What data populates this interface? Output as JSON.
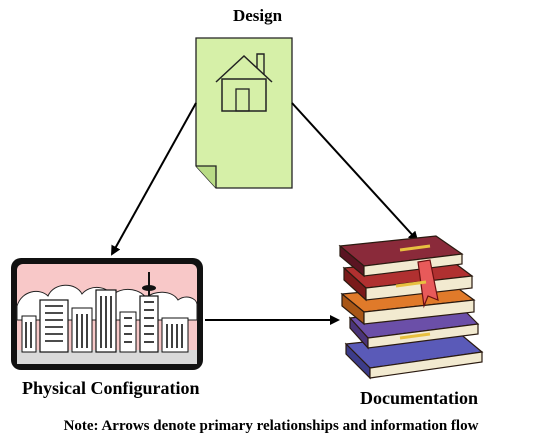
{
  "diagram": {
    "nodes": [
      {
        "id": "design",
        "label": "Design",
        "icon": "house-document-icon"
      },
      {
        "id": "physical",
        "label": "Physical Configuration",
        "icon": "city-skyline-icon"
      },
      {
        "id": "documentation",
        "label": "Documentation",
        "icon": "book-stack-icon"
      }
    ],
    "edges": [
      {
        "from": "design",
        "to": "physical"
      },
      {
        "from": "design",
        "to": "documentation"
      },
      {
        "from": "physical",
        "to": "documentation"
      }
    ],
    "note": "Note: Arrows denote primary relationships and information flow"
  }
}
